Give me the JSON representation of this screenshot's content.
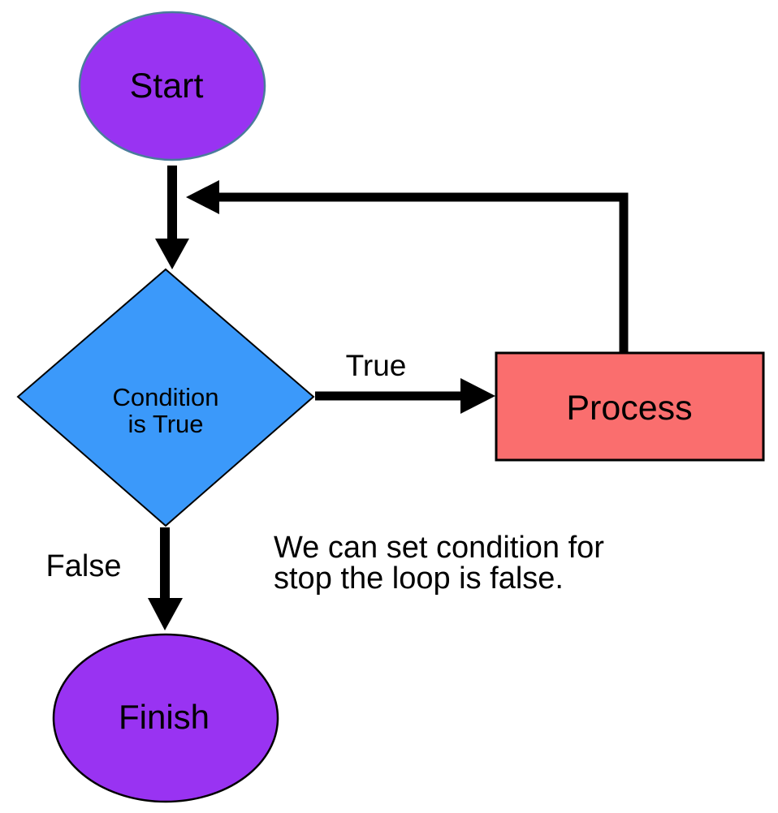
{
  "diagram": {
    "type": "flowchart",
    "nodes": {
      "start": {
        "label": "Start",
        "shape": "ellipse"
      },
      "condition": {
        "label_line1": "Condition",
        "label_line2": "is True",
        "shape": "diamond"
      },
      "process": {
        "label": "Process",
        "shape": "rectangle"
      },
      "finish": {
        "label": "Finish",
        "shape": "ellipse"
      }
    },
    "edges": {
      "start_to_condition": {
        "from": "start",
        "to": "condition",
        "label": ""
      },
      "condition_to_process": {
        "from": "condition",
        "to": "process",
        "label": "True"
      },
      "process_loop_back": {
        "from": "process",
        "to": "start_to_condition arrow",
        "label": ""
      },
      "condition_to_finish": {
        "from": "condition",
        "to": "finish",
        "label": "False"
      }
    },
    "annotation": {
      "line1": "We can set condition for",
      "line2": "stop the loop is false."
    },
    "colors": {
      "terminal_fill": "#9933F2",
      "start_stroke": "#4A7C9B",
      "finish_stroke": "#000000",
      "decision_fill": "#3B99FA",
      "decision_stroke": "#000000",
      "process_fill": "#FA6E6E",
      "process_stroke": "#000000",
      "arrow": "#000000",
      "text": "#000000"
    }
  }
}
